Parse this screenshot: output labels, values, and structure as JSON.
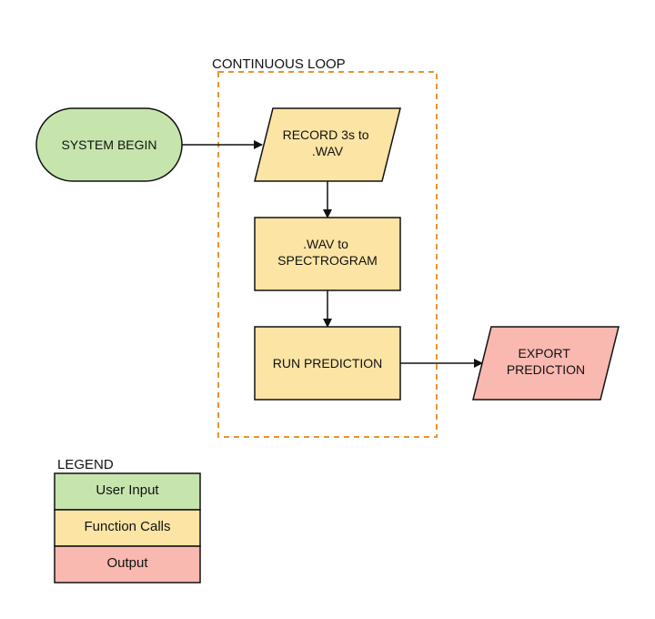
{
  "loop": {
    "label": "CONTINUOUS LOOP",
    "border_color": "#e8942f"
  },
  "nodes": {
    "start": {
      "lines": [
        "SYSTEM BEGIN"
      ],
      "fill": "#c6e5ad"
    },
    "record": {
      "lines": [
        "RECORD 3s to",
        ".WAV"
      ],
      "fill": "#fce4a4"
    },
    "spectro": {
      "lines": [
        ".WAV to",
        "SPECTROGRAM"
      ],
      "fill": "#fce4a4"
    },
    "predict": {
      "lines": [
        "RUN PREDICTION"
      ],
      "fill": "#fce4a4"
    },
    "export": {
      "lines": [
        "EXPORT",
        "PREDICTION"
      ],
      "fill": "#f9b8b0"
    }
  },
  "legend": {
    "title": "LEGEND",
    "items": [
      {
        "label": "User Input",
        "fill": "#c6e5ad"
      },
      {
        "label": "Function Calls",
        "fill": "#fce4a4"
      },
      {
        "label": "Output",
        "fill": "#f9b8b0"
      }
    ]
  },
  "colors": {
    "stroke": "#111111"
  }
}
